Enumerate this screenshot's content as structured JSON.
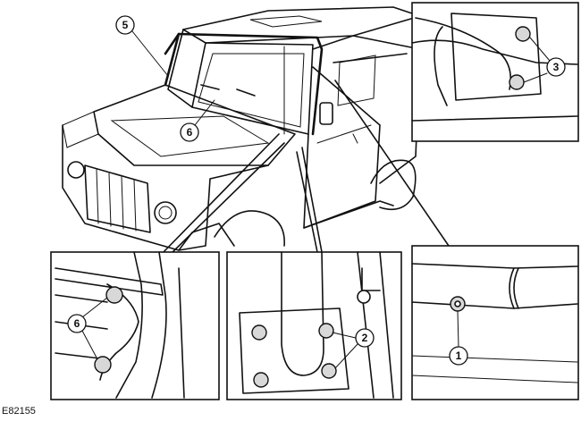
{
  "figure_id": "E82155",
  "callouts": {
    "c1": "1",
    "c2": "2",
    "c3": "3",
    "c5": "5",
    "c6_main": "6",
    "c6_inset": "6"
  }
}
